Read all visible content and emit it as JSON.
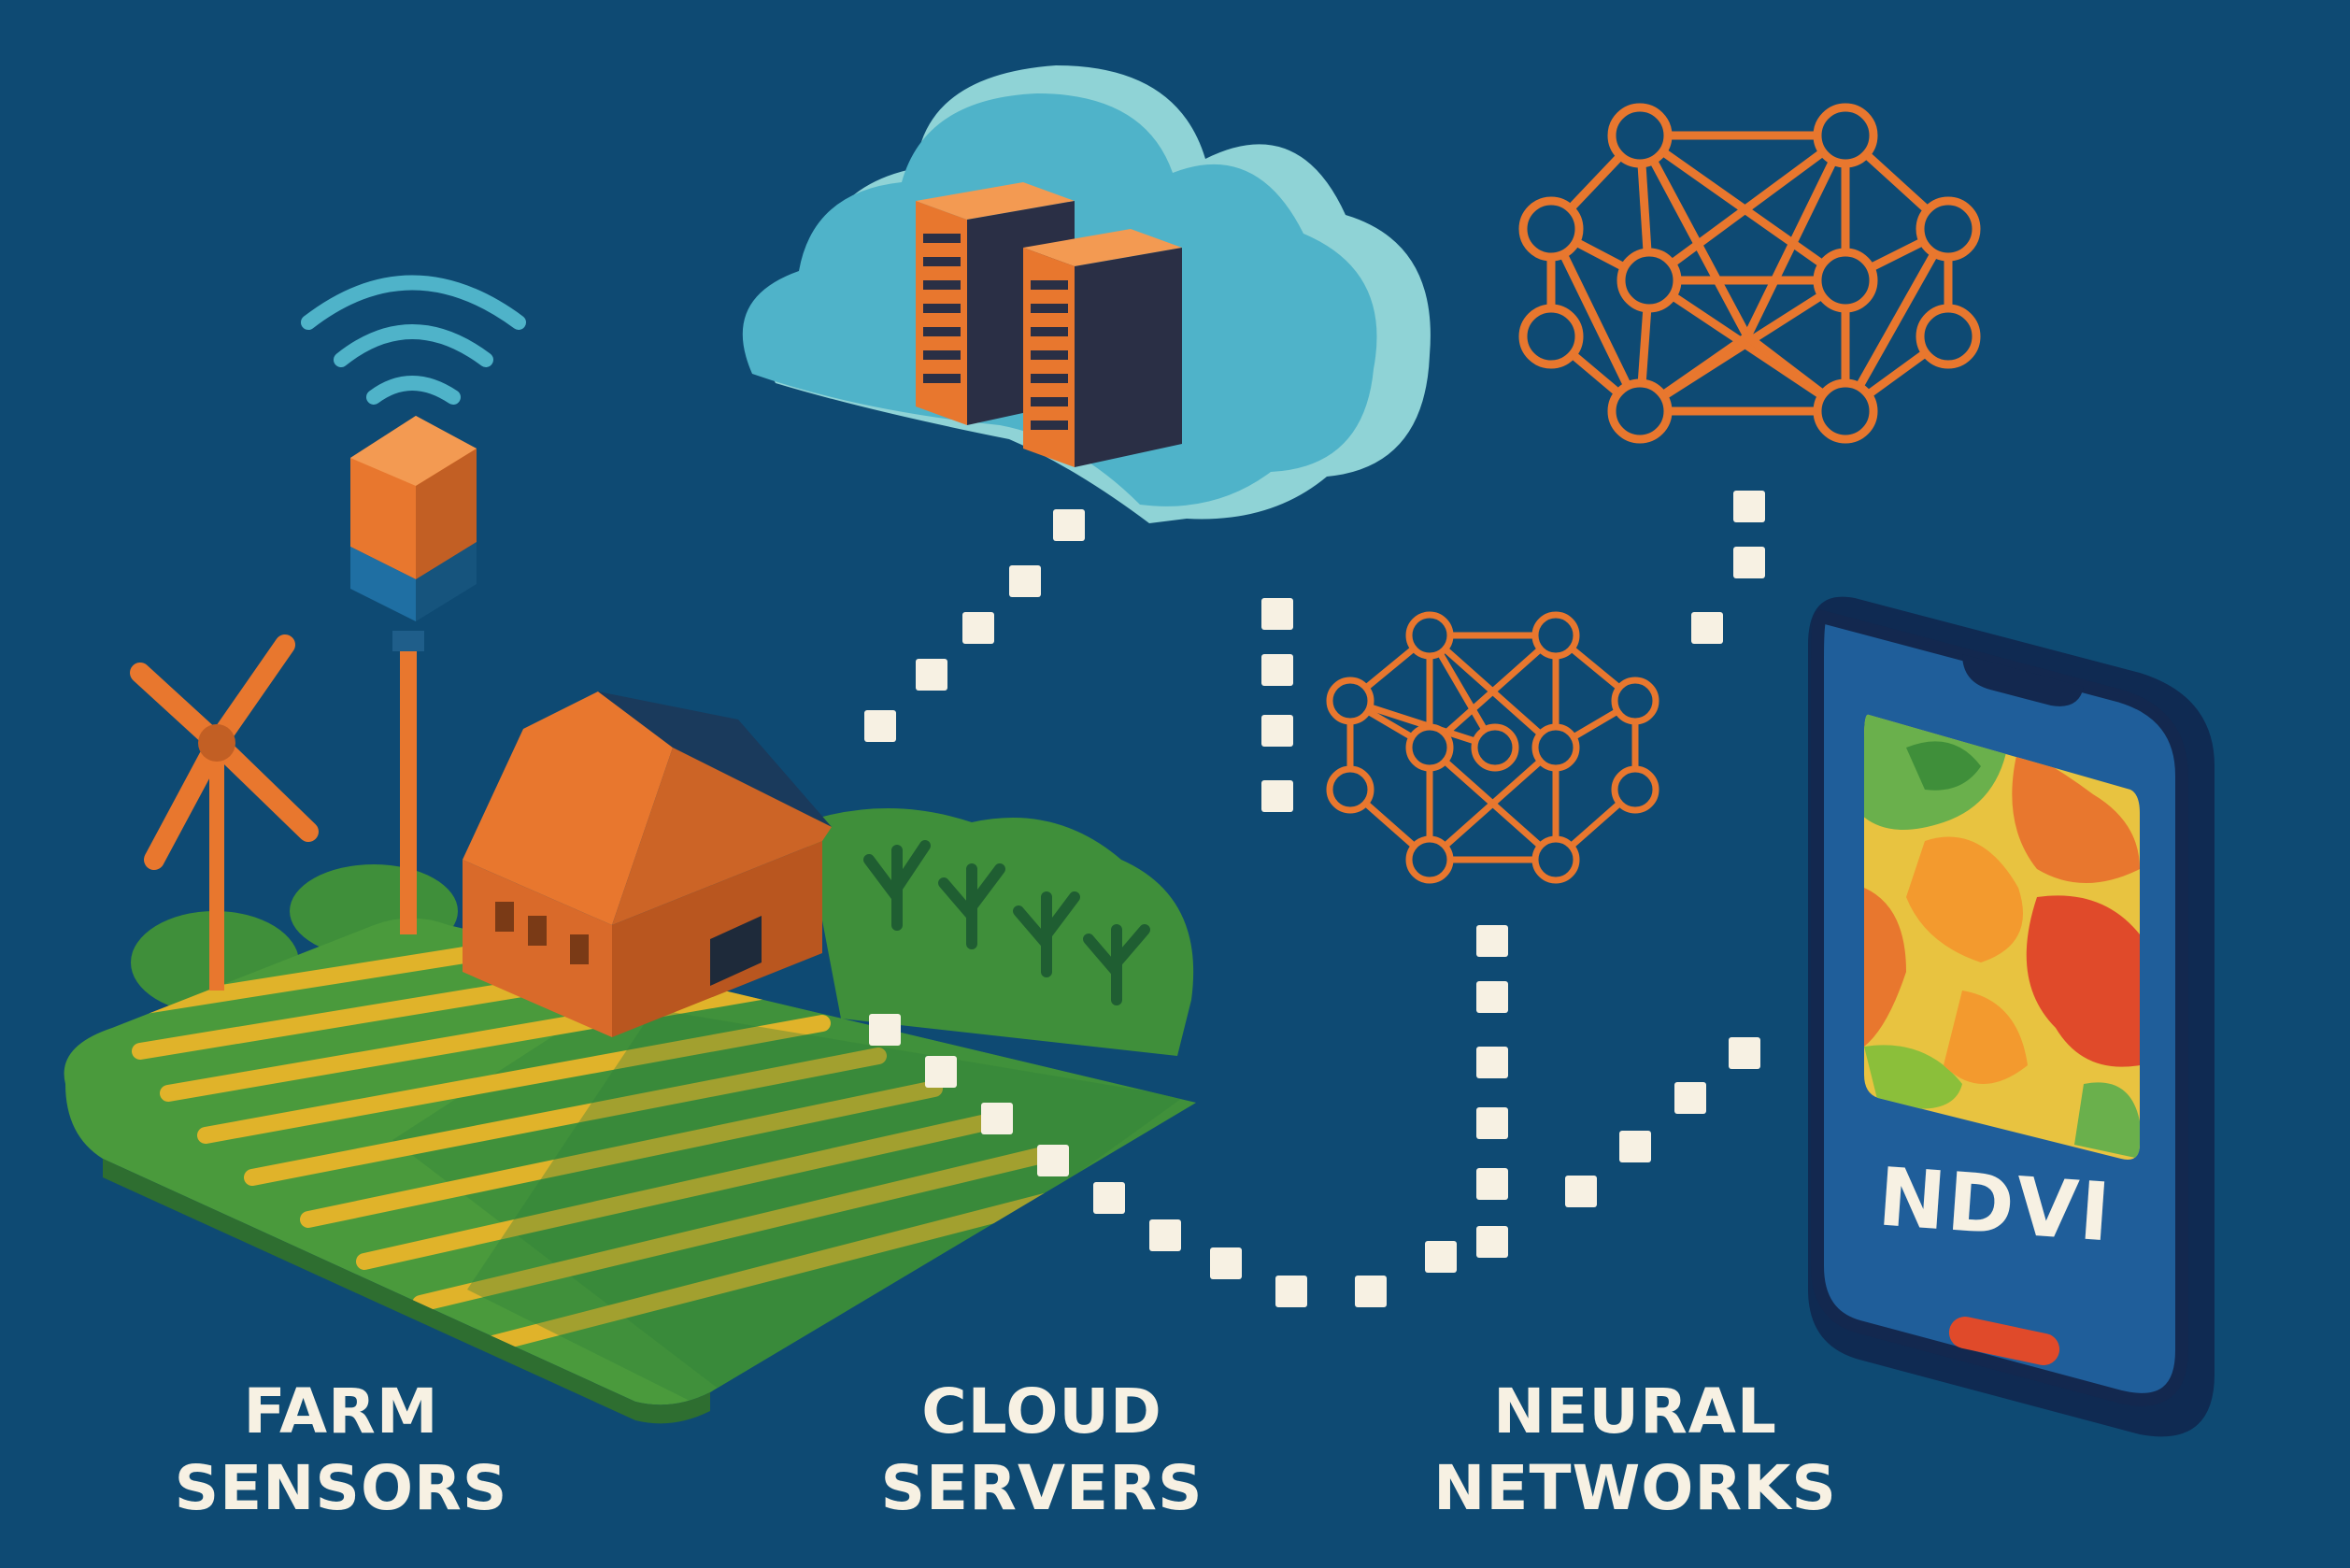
{
  "labels": {
    "farm_line1": "FARM",
    "farm_line2": "SENSORS",
    "cloud_line1": "CLOUD",
    "cloud_line2": "SERVERS",
    "neural_line1": "NEURAL",
    "neural_line2": "NETWORKS",
    "phone_screen": "NDVI"
  },
  "colors": {
    "background": "#0e4a73",
    "accent_orange": "#e8772e",
    "field_green": "#4a9a3c",
    "field_yellow": "#e0b32a",
    "cloud_blue": "#4fb3c9",
    "cloud_light": "#8fd3d6",
    "text_cream": "#f7f1e3",
    "phone_navy": "#13284f"
  },
  "icons": [
    "wifi-icon",
    "sensor-icon",
    "wind-turbine-icon",
    "barn-icon",
    "crop-field-icon",
    "tree-icon",
    "cloud-icon",
    "server-icon",
    "neural-network-icon",
    "smartphone-icon",
    "ndvi-map-icon"
  ]
}
